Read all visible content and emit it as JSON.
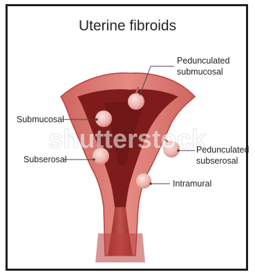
{
  "title": "Uterine fibroids",
  "labels": {
    "submucosal": "Submucosal",
    "subserosal": "Subserosal",
    "pedunculated_submucosal_1": "Pedunculated",
    "pedunculated_submucosal_2": "submucosal",
    "pedunculated_subserosal_1": "Pedunculated",
    "pedunculated_subserosal_2": "subserosal",
    "intramural": "Intramural"
  },
  "watermark": "shutterstock",
  "colors": {
    "tissue": "#e07f78",
    "tissue_dark": "#b8403c",
    "cavity": "#7e1c1c",
    "fibroid": "#f3c4bf",
    "frame": "#1c1c1c"
  }
}
